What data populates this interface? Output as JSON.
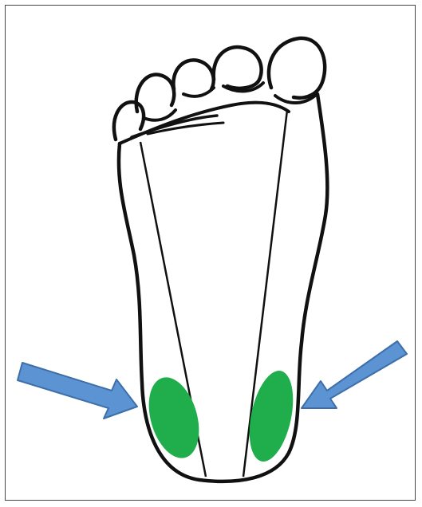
{
  "diagram": {
    "subject": "foot-sole-outline",
    "colors": {
      "outline": "#111111",
      "highlight": "#1fae4b",
      "arrow": "#5b93d3",
      "arrow_stroke": "#3e6fa8",
      "frame": "#444444"
    },
    "elements": {
      "arrows": 2,
      "highlight_regions": 2,
      "toes": 5,
      "reference_lines": 2
    }
  }
}
